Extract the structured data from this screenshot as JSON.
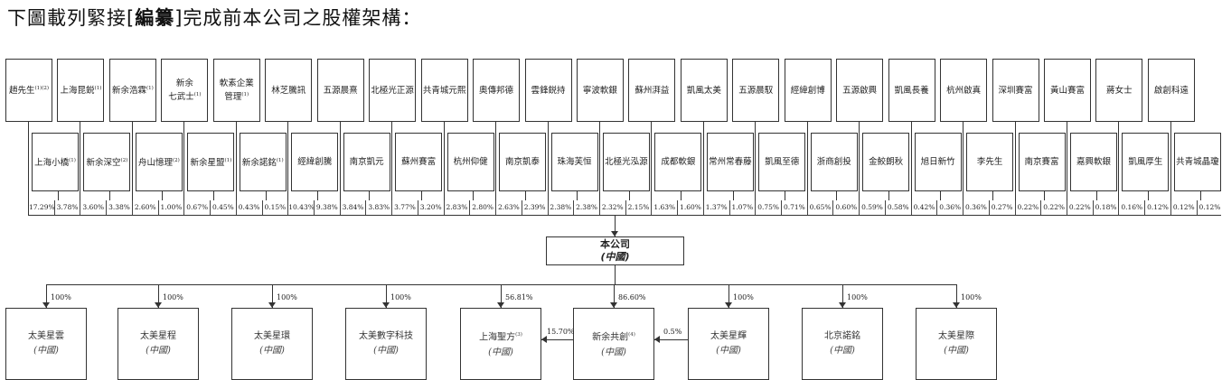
{
  "title": {
    "before": "下圖載列緊接[",
    "bold": "編纂",
    "after": "]完成前本公司之股權架構："
  },
  "top_row": [
    {
      "name": "趙先生",
      "note": "(1)(2)"
    },
    {
      "name": "上海昆鋭",
      "note": "(1)"
    },
    {
      "name": "新余浩霖",
      "note": "(1)"
    },
    {
      "name": "新余\n七武士",
      "note": "(1)"
    },
    {
      "name": "軟素企業\n管理",
      "note": "(1)"
    },
    {
      "name": "林芝騰訊",
      "note": ""
    },
    {
      "name": "五源晨熹",
      "note": ""
    },
    {
      "name": "北極光正源",
      "note": ""
    },
    {
      "name": "共青城元熙",
      "note": ""
    },
    {
      "name": "奧傳邦德",
      "note": ""
    },
    {
      "name": "雲鋒鋭持",
      "note": ""
    },
    {
      "name": "寧波軟銀",
      "note": ""
    },
    {
      "name": "蘇州湃益",
      "note": ""
    },
    {
      "name": "凱風太美",
      "note": ""
    },
    {
      "name": "五源晨馭",
      "note": ""
    },
    {
      "name": "經緯創博",
      "note": ""
    },
    {
      "name": "五源啟興",
      "note": ""
    },
    {
      "name": "凱風長養",
      "note": ""
    },
    {
      "name": "杭州啟真",
      "note": ""
    },
    {
      "name": "深圳賽富",
      "note": ""
    },
    {
      "name": "黃山賽富",
      "note": ""
    },
    {
      "name": "蔣女士",
      "note": ""
    },
    {
      "name": "啟創科遠",
      "note": ""
    }
  ],
  "bottom_row": [
    {
      "name": "上海小橋",
      "note": "(1)"
    },
    {
      "name": "新余深空",
      "note": "(2)"
    },
    {
      "name": "舟山憶理",
      "note": "(2)"
    },
    {
      "name": "新余星盟",
      "note": "(1)"
    },
    {
      "name": "新余諾銘",
      "note": "(1)"
    },
    {
      "name": "經緯創騰",
      "note": ""
    },
    {
      "name": "南京凱元",
      "note": ""
    },
    {
      "name": "蘇州賽富",
      "note": ""
    },
    {
      "name": "杭州仰健",
      "note": ""
    },
    {
      "name": "南京凱泰",
      "note": ""
    },
    {
      "name": "珠海芙恒",
      "note": ""
    },
    {
      "name": "北極光泓源",
      "note": ""
    },
    {
      "name": "成都軟銀",
      "note": ""
    },
    {
      "name": "常州常春藤",
      "note": ""
    },
    {
      "name": "凱風至德",
      "note": ""
    },
    {
      "name": "浙商創投",
      "note": ""
    },
    {
      "name": "金鮫朗秋",
      "note": ""
    },
    {
      "name": "旭日新竹",
      "note": ""
    },
    {
      "name": "李先生",
      "note": ""
    },
    {
      "name": "南京賽富",
      "note": ""
    },
    {
      "name": "嘉興軟銀",
      "note": ""
    },
    {
      "name": "凱風厚生",
      "note": ""
    },
    {
      "name": "共青城晶瓊",
      "note": ""
    }
  ],
  "percentages": [
    "17.29%",
    "3.78%",
    "3.60%",
    "3.38%",
    "2.60%",
    "1.00%",
    "0.67%",
    "0.45%",
    "0.43%",
    "0.15%",
    "10.43%",
    "9.38%",
    "3.84%",
    "3.83%",
    "3.77%",
    "3.20%",
    "2.83%",
    "2.80%",
    "2.63%",
    "2.39%",
    "2.38%",
    "2.38%",
    "2.32%",
    "2.15%",
    "1.63%",
    "1.60%",
    "1.37%",
    "1.07%",
    "0.75%",
    "0.71%",
    "0.65%",
    "0.60%",
    "0.59%",
    "0.58%",
    "0.42%",
    "0.36%",
    "0.36%",
    "0.27%",
    "0.22%",
    "0.22%",
    "0.22%",
    "0.18%",
    "0.16%",
    "0.12%",
    "0.12%",
    "0.12%"
  ],
  "company": {
    "name": "本公司",
    "country": "(中國)"
  },
  "subsidiaries": [
    {
      "name": "太美星雲",
      "note": "",
      "country": "(中國)",
      "pct": "100%"
    },
    {
      "name": "太美星程",
      "note": "",
      "country": "(中國)",
      "pct": "100%"
    },
    {
      "name": "太美星環",
      "note": "",
      "country": "(中國)",
      "pct": "100%"
    },
    {
      "name": "太美數字科技",
      "note": "",
      "country": "(中國)",
      "pct": "100%"
    },
    {
      "name": "上海聖方",
      "note": "(3)",
      "country": "(中國)",
      "pct": "56.81%"
    },
    {
      "name": "新余共創",
      "note": "(4)",
      "country": "(中國)",
      "pct": "86.60%"
    },
    {
      "name": "太美星輝",
      "note": "",
      "country": "(中國)",
      "pct": "100%"
    },
    {
      "name": "北京諾銘",
      "note": "",
      "country": "(中國)",
      "pct": "100%"
    },
    {
      "name": "太美星際",
      "note": "",
      "country": "(中國)",
      "pct": "100%"
    }
  ],
  "cross_holdings": {
    "gongchuang_to_shengfang": "15.70%",
    "xinghui_to_gongchuang": "0.5%"
  }
}
